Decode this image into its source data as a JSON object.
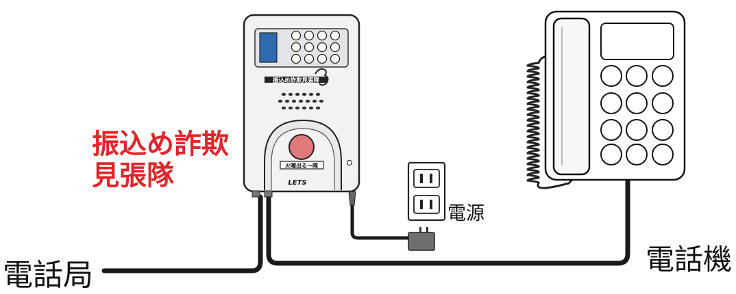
{
  "labels": {
    "product_line1": "振込め詐欺",
    "product_line2": "見張隊",
    "power": "電源",
    "telephone_office": "電話局",
    "telephone": "電話機"
  },
  "device": {
    "brand": "LETS",
    "button_label": "火曜出る〜隊",
    "logo_text": "振込め詐欺見張隊"
  },
  "colors": {
    "product_label": "#e0262b",
    "display": "#2f69b0",
    "button": "#e07a7a"
  }
}
